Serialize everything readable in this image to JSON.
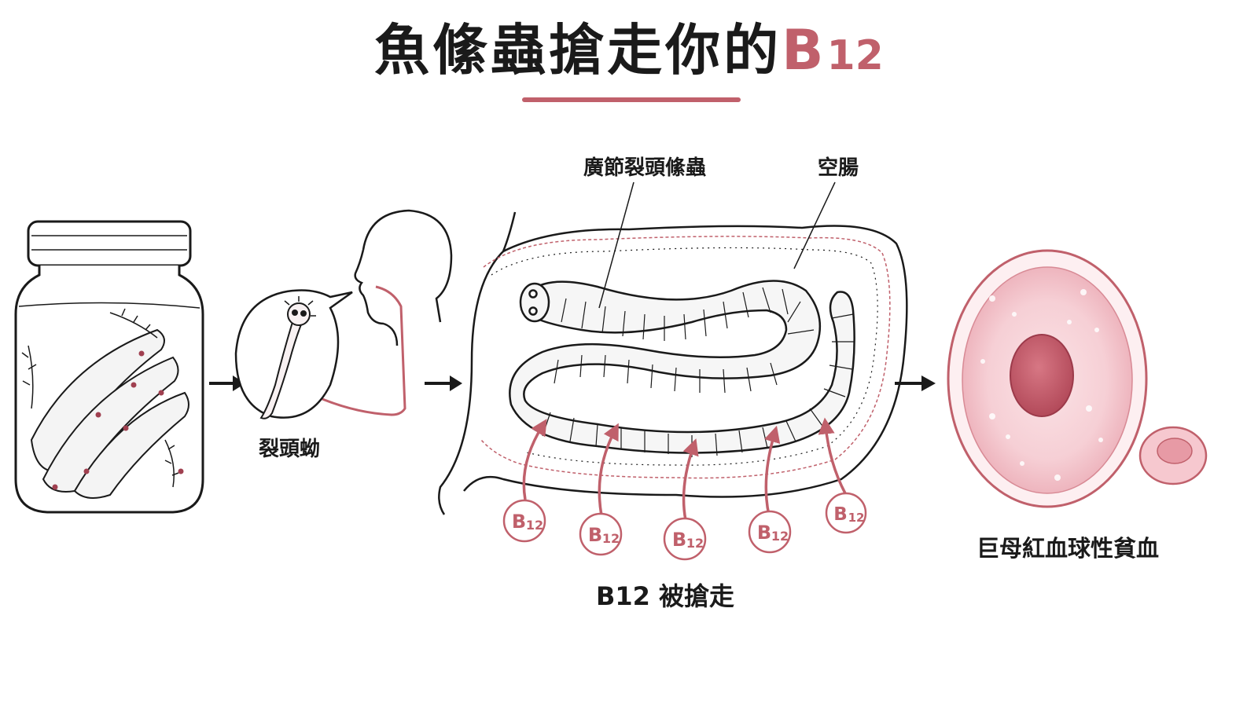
{
  "title": {
    "main": "魚絛蟲搶走你的",
    "accent": "B",
    "accent_sub": "12"
  },
  "labels": {
    "larva": "裂頭蚴",
    "worm": "廣節裂頭絛蟲",
    "jejunum": "空腸",
    "b12_stolen": "B12 被搶走",
    "anemia": "巨母紅血球性貧血"
  },
  "b12_badges": [
    {
      "main": "B",
      "sub": "12"
    },
    {
      "main": "B",
      "sub": "12"
    },
    {
      "main": "B",
      "sub": "12"
    },
    {
      "main": "B",
      "sub": "12"
    },
    {
      "main": "B",
      "sub": "12"
    }
  ],
  "colors": {
    "accent": "#c0606b",
    "ink": "#1a1a1a",
    "cell": "#f6d3d8",
    "nucleus": "#c55968"
  }
}
